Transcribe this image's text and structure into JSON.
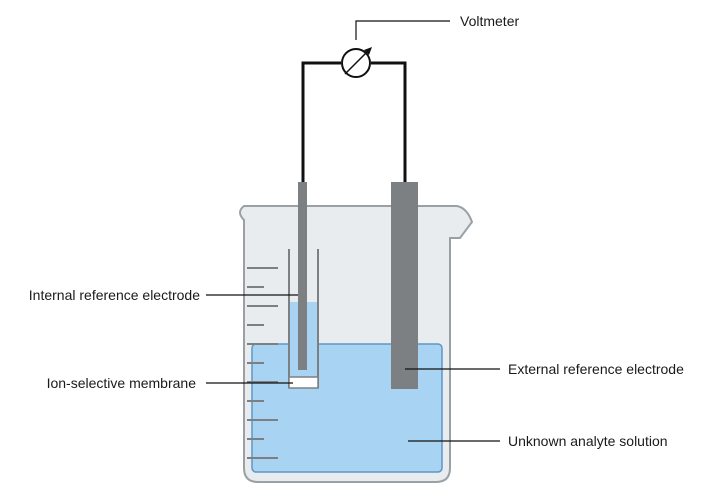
{
  "diagram": {
    "labels": {
      "voltmeter": "Voltmeter",
      "internal_reference_electrode": "Internal reference electrode",
      "ion_selective_membrane": "Ion-selective membrane",
      "external_reference_electrode": "External reference electrode",
      "unknown_analyte_solution": "Unknown analyte solution"
    },
    "colors": {
      "beaker_glass": "#e9ecee",
      "beaker_outline": "#9aa0a4",
      "solution": "#a8d3f2",
      "solution_outline": "#5d97c8",
      "electrode": "#7d8082",
      "wire": "#111111",
      "membrane": "#ffffff"
    },
    "icons": {
      "voltmeter": "voltmeter-icon"
    }
  }
}
